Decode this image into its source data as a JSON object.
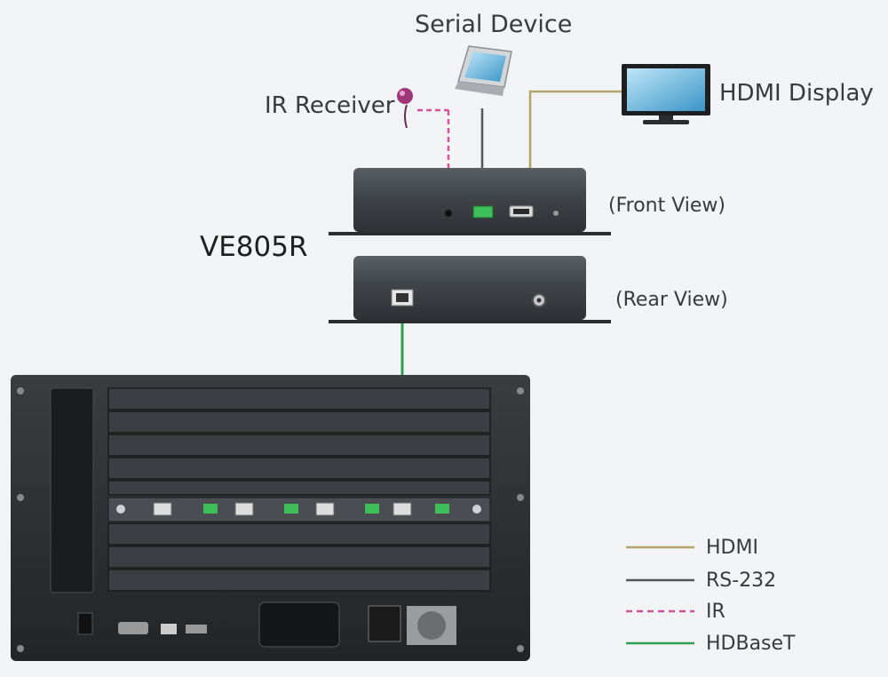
{
  "labels": {
    "serial_device": "Serial Device",
    "ir_receiver": "IR Receiver",
    "hdmi_display": "HDMI Display",
    "front_view": "(Front View)",
    "rear_view": "(Rear View)",
    "model": "VE805R"
  },
  "legend": [
    {
      "label": "HDMI",
      "color": "#b5a46a",
      "style": "solid"
    },
    {
      "label": "RS-232",
      "color": "#555555",
      "style": "solid"
    },
    {
      "label": "IR",
      "color": "#d0539a",
      "style": "dashed"
    },
    {
      "label": "HDBaseT",
      "color": "#2e9e4f",
      "style": "solid"
    }
  ],
  "colors": {
    "hdmi": "#b5a46a",
    "rs232": "#555555",
    "ir": "#d0539a",
    "hdbaset": "#2e9e4f",
    "device_body": "#3e4246",
    "chassis": "#2c2e30"
  }
}
